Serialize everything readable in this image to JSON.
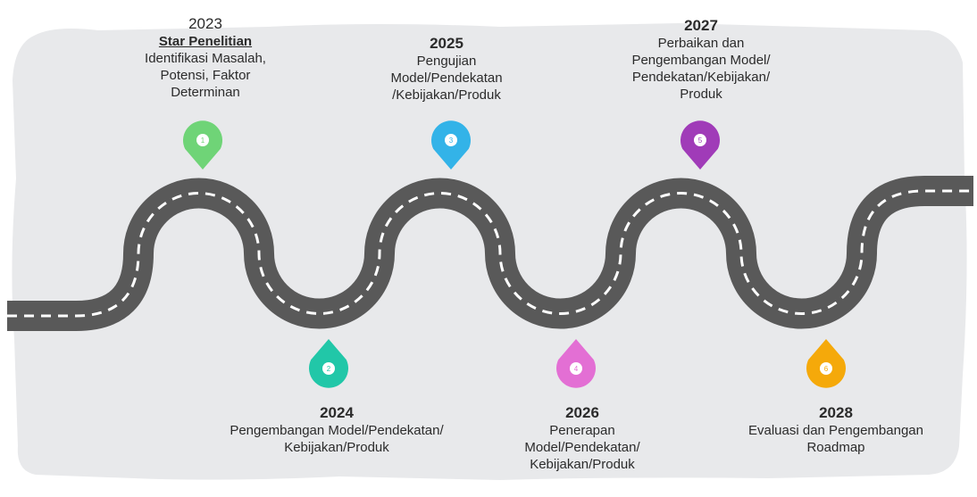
{
  "colors": {
    "background_paint": "#e8e9eb",
    "road": "#595959",
    "road_dash": "#ffffff",
    "marker_1": "#6fd477",
    "marker_2": "#21c7a8",
    "marker_3": "#33b3e8",
    "marker_4": "#e36fd4",
    "marker_5": "#a03bb8",
    "marker_6": "#f5a90a"
  },
  "milestones": [
    {
      "number": "1",
      "year": "2023",
      "heading": "Star Penelitian",
      "description": "Identifikasi Masalah,\nPotensi, Faktor\nDeterminan",
      "icon": "map-pin-icon"
    },
    {
      "number": "2",
      "year": "2024",
      "heading": "",
      "description": "Pengembangan Model/Pendekatan/\nKebijakan/Produk",
      "icon": "map-pin-icon"
    },
    {
      "number": "3",
      "year": "2025",
      "heading": "",
      "description": "Pengujian\nModel/Pendekatan\n/Kebijakan/Produk",
      "icon": "map-pin-icon"
    },
    {
      "number": "4",
      "year": "2026",
      "heading": "",
      "description": "Penerapan\nModel/Pendekatan/\nKebijakan/Produk",
      "icon": "map-pin-icon"
    },
    {
      "number": "5",
      "year": "2027",
      "heading": "",
      "description": "Perbaikan dan\nPengembangan Model/\nPendekatan/Kebijakan/\nProduk",
      "icon": "map-pin-icon"
    },
    {
      "number": "6",
      "year": "2028",
      "heading": "",
      "description": "Evaluasi dan Pengembangan\nRoadmap",
      "icon": "map-pin-icon"
    }
  ]
}
